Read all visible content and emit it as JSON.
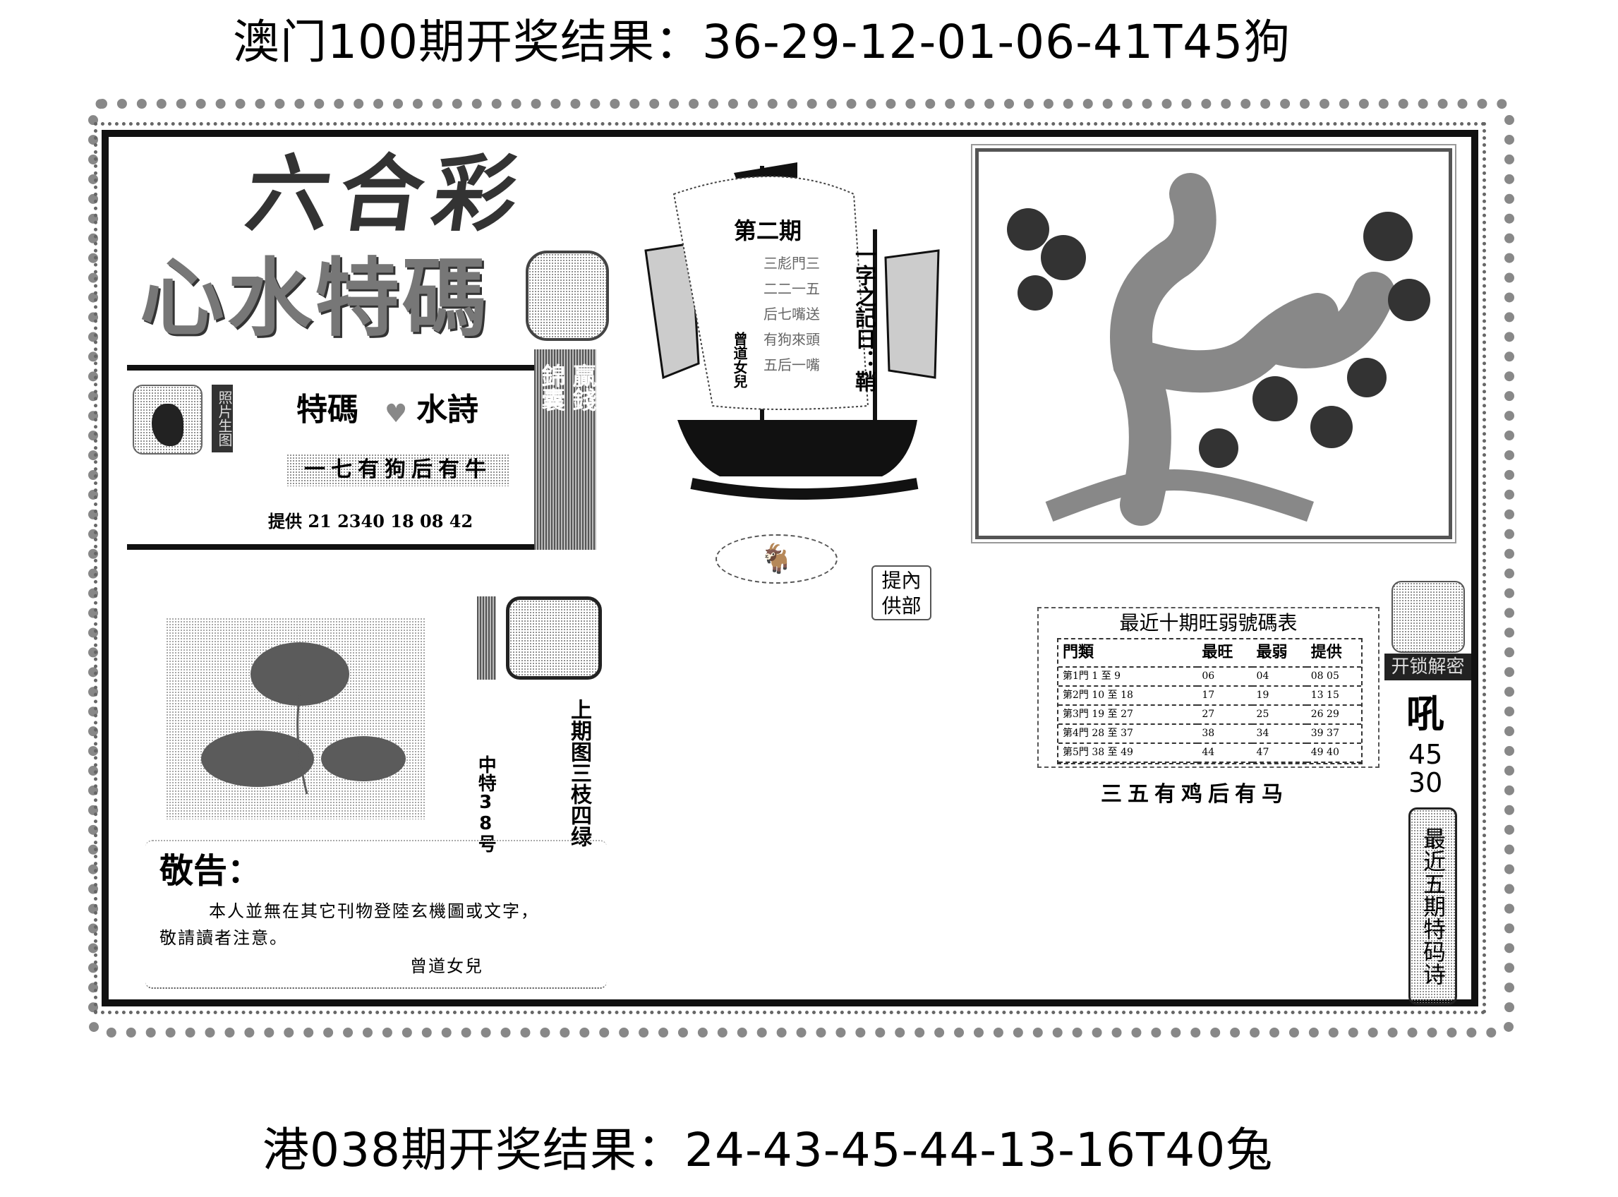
{
  "header": {
    "macau_result": "澳门100期开奖结果：36-29-12-01-06-41T45狗"
  },
  "footer": {
    "hk_result": "港038期开奖结果：24-43-45-44-13-16T40兔"
  },
  "masthead": {
    "title": "六合彩",
    "subtitle": "心水特碼"
  },
  "poem_box": {
    "side_label": "照片生图",
    "title_left": "特碼",
    "title_right": "水詩",
    "poem": "一七有狗后有牛",
    "provide": "提供 21 2340 18 08 42",
    "strip_1": "錦囊",
    "strip_2": "贏錢"
  },
  "ship": {
    "period": "第二期",
    "lines": [
      "三彪門三",
      "二二一五",
      "后七嘴送",
      "有狗來頭",
      "五后一嘴"
    ],
    "author": "曾道女兒",
    "riddle": "一字之記日：鞘"
  },
  "internal": "提內供部",
  "last_period": {
    "label": "上期图三枝四绿",
    "hit": "中特38号"
  },
  "table": {
    "title": "最近十期旺弱號碼表",
    "headers": [
      "門類",
      "最旺",
      "最弱",
      "提供"
    ],
    "rows": [
      [
        "第1門 1 至 9",
        "06",
        "04",
        "08 05"
      ],
      [
        "第2門 10 至 18",
        "17",
        "19",
        "13 15"
      ],
      [
        "第3門 19 至 27",
        "27",
        "25",
        "26 29"
      ],
      [
        "第4門 28 至 37",
        "38",
        "34",
        "39 37"
      ],
      [
        "第5門 38 至 49",
        "44",
        "47",
        "49 40"
      ]
    ],
    "poem": "三五有鸡后有马"
  },
  "right_col": {
    "banner": "开锁解密",
    "char": "吼",
    "num1": "45",
    "num2": "30",
    "poem_label": "最近五期特码诗"
  },
  "notice": {
    "title": "敬告：",
    "body1": "本人並無在其它刊物登陸玄機圖或文字，",
    "body2": "敬請讀者注意。",
    "signature": "曾道女兒"
  }
}
